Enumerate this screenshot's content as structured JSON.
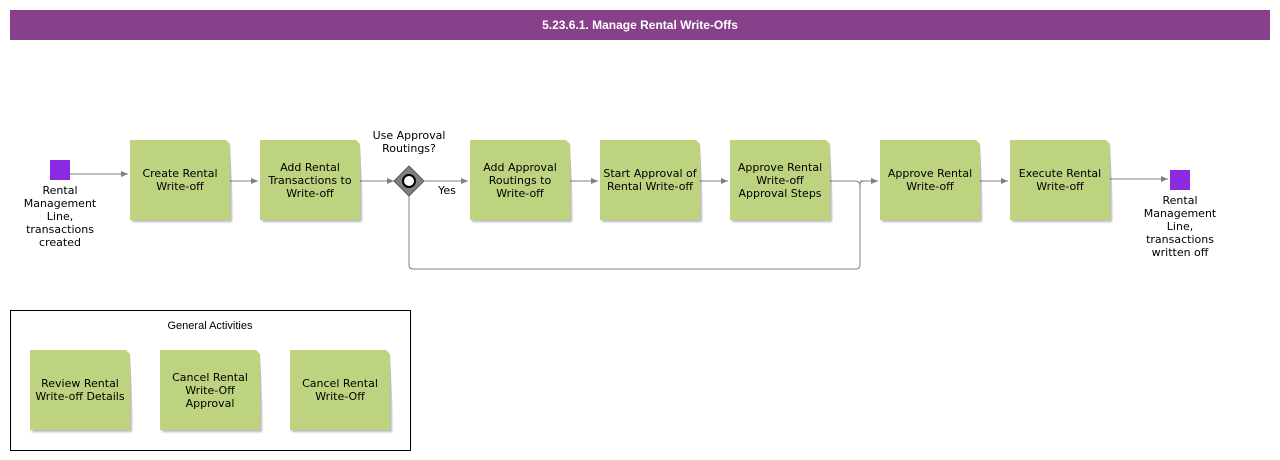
{
  "title": "5.23.6.1. Manage Rental Write-Offs",
  "start_event": {
    "label": "Rental Management Line, transactions created"
  },
  "end_event": {
    "label": "Rental Management Line, transactions written off"
  },
  "gateway": {
    "question": "Use Approval Routings?",
    "yes_label": "Yes"
  },
  "tasks": [
    {
      "label": "Create Rental Write-off"
    },
    {
      "label": "Add Rental Transactions to Write-off"
    },
    {
      "label": "Add Approval Routings to Write-off"
    },
    {
      "label": "Start Approval of Rental Write-off"
    },
    {
      "label": "Approve Rental Write-off Approval Steps"
    },
    {
      "label": "Approve Rental Write-off"
    },
    {
      "label": "Execute Rental Write-off"
    }
  ],
  "general_activities": {
    "title": "General Activities",
    "items": [
      {
        "label": "Review Rental Write-off Details"
      },
      {
        "label": "Cancel Rental Write-Off Approval"
      },
      {
        "label": "Cancel Rental Write-Off"
      }
    ]
  },
  "colors": {
    "title_bar": "#86418a",
    "task_fill": "#bdd37f",
    "event_fill": "#8a2be2",
    "gateway_fill": "#808080",
    "connector": "#808080"
  }
}
